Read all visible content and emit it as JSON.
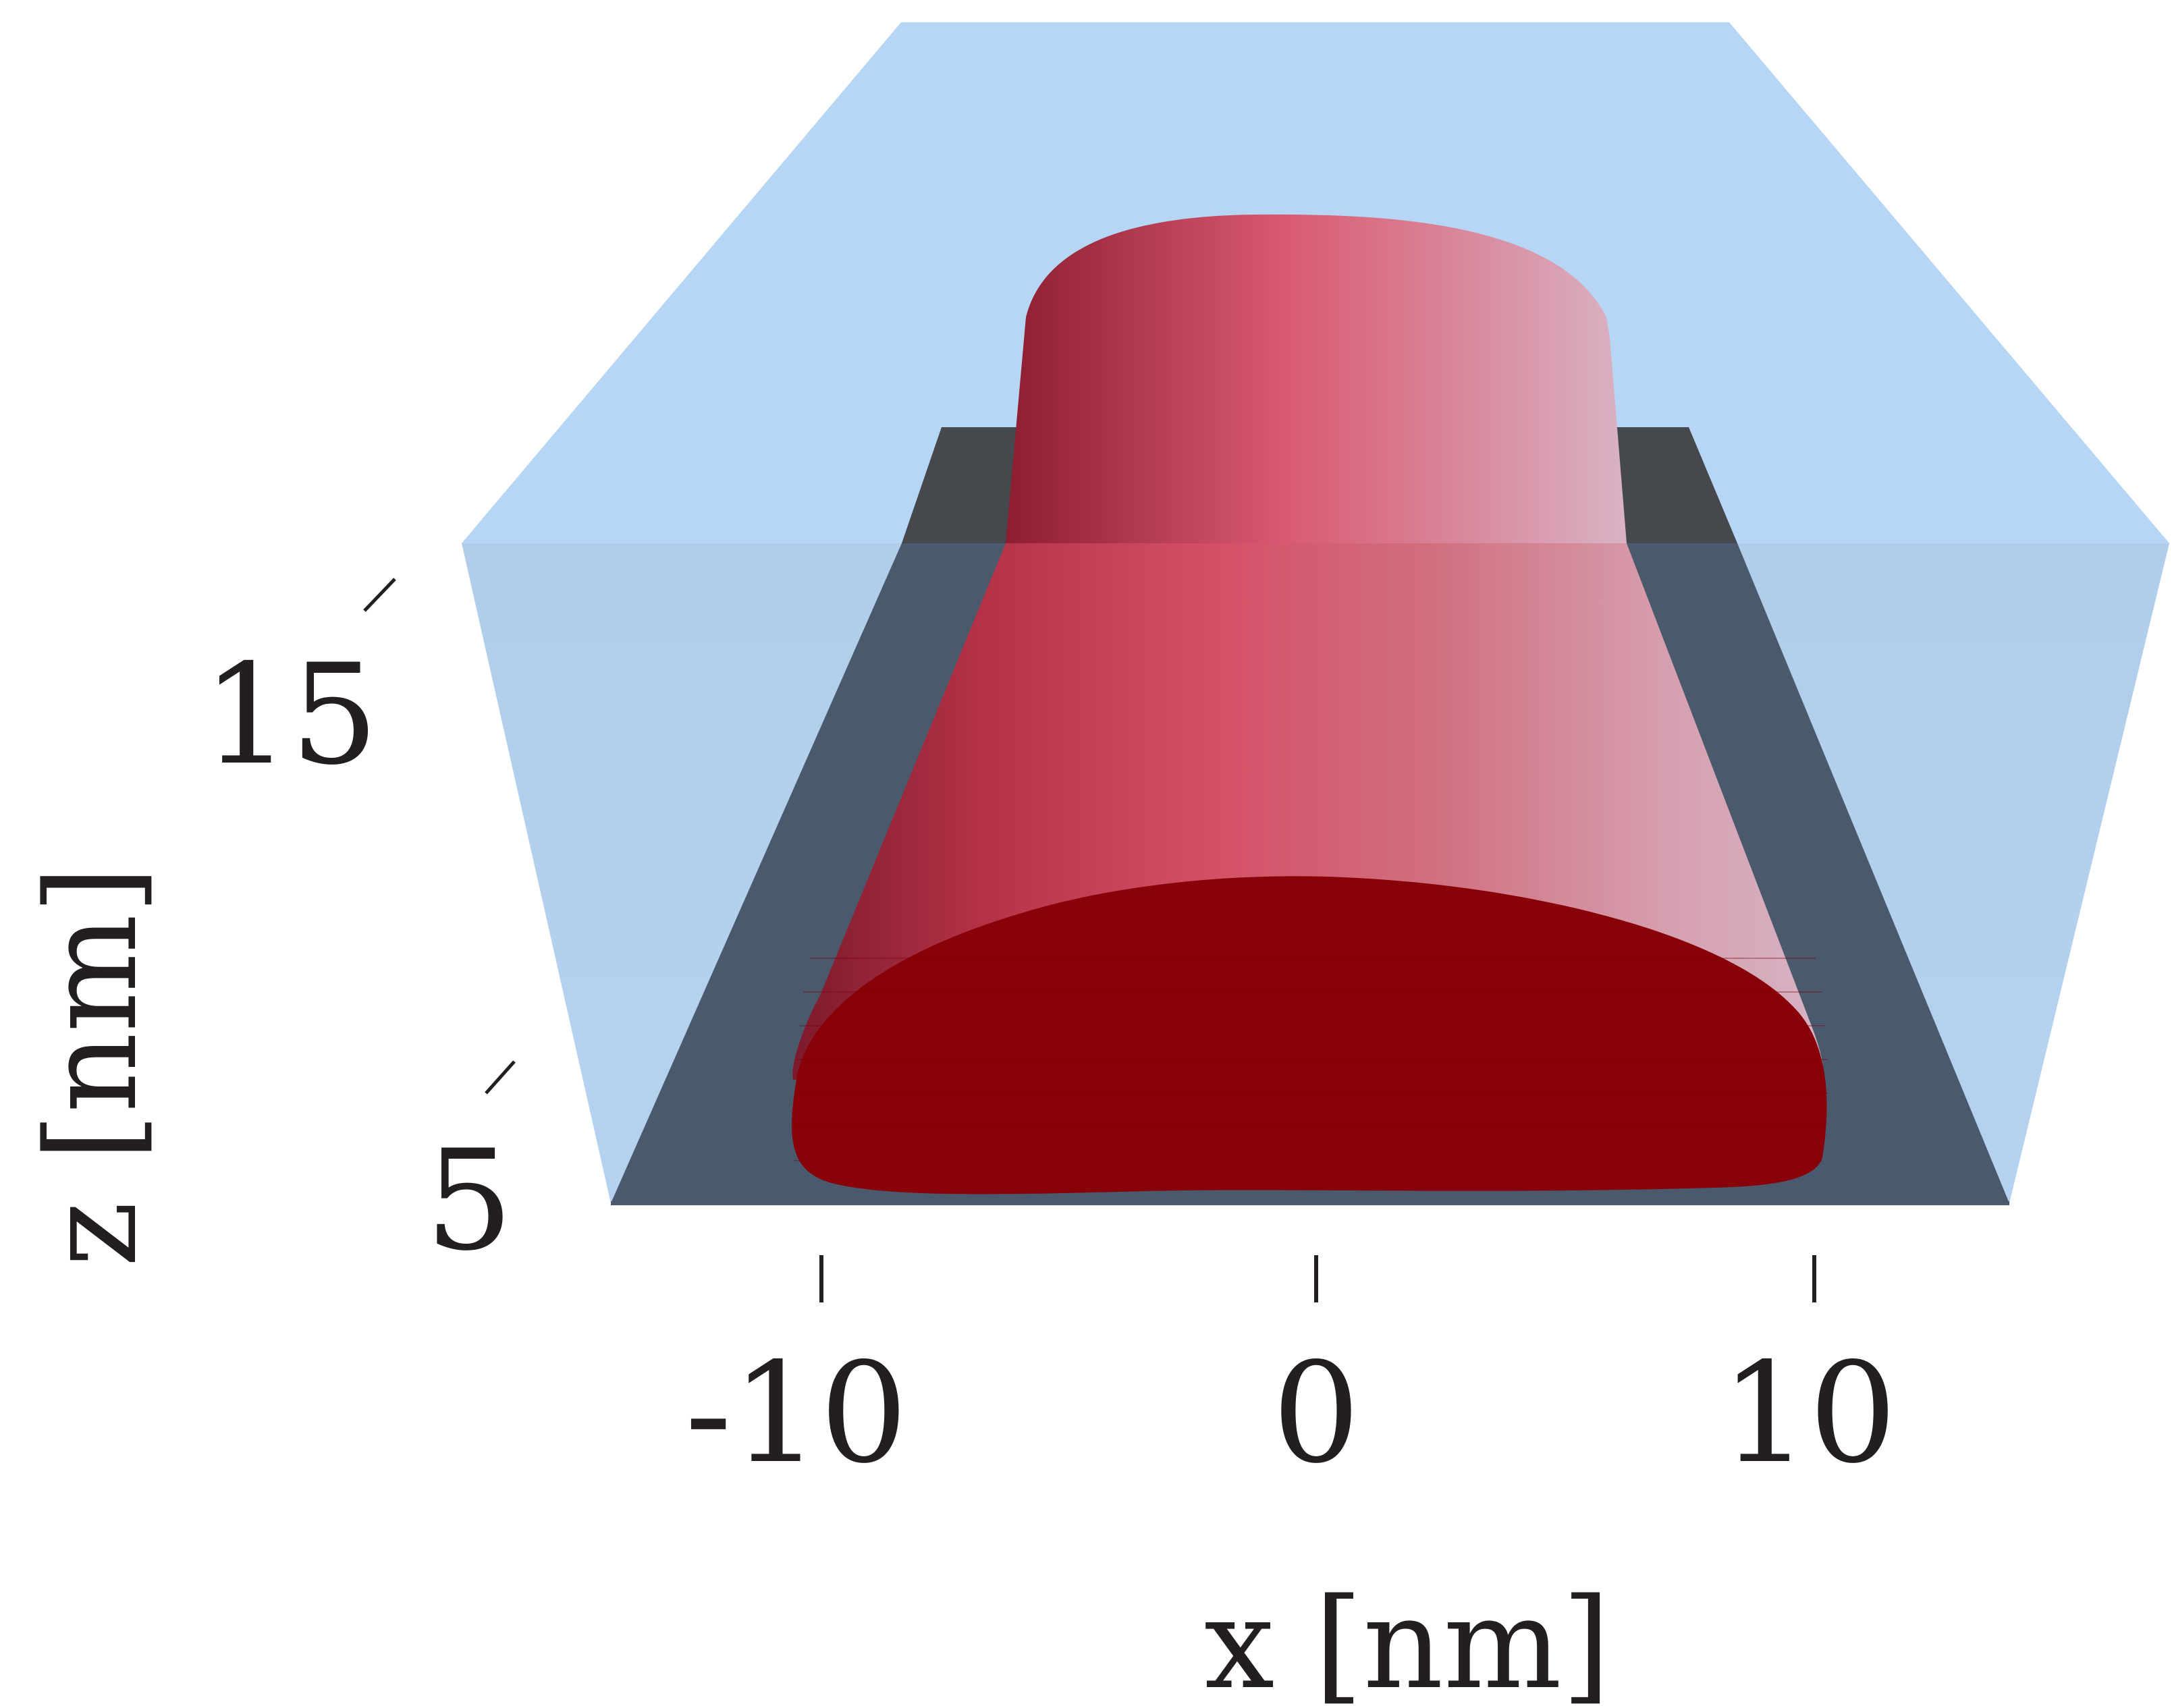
{
  "figure": {
    "x_axis": {
      "title": "x [nm]",
      "ticks": [
        "-10",
        "0",
        "10"
      ]
    },
    "z_axis": {
      "title": "z [nm]",
      "ticks": [
        "15",
        "5"
      ]
    },
    "colors": {
      "surrounding_medium": "#b7d6f5",
      "substrate": "#4a5a6c",
      "substrate_back": "#45484c",
      "wire_body": "#d9566c",
      "wire_cross_section": "#880008"
    }
  }
}
